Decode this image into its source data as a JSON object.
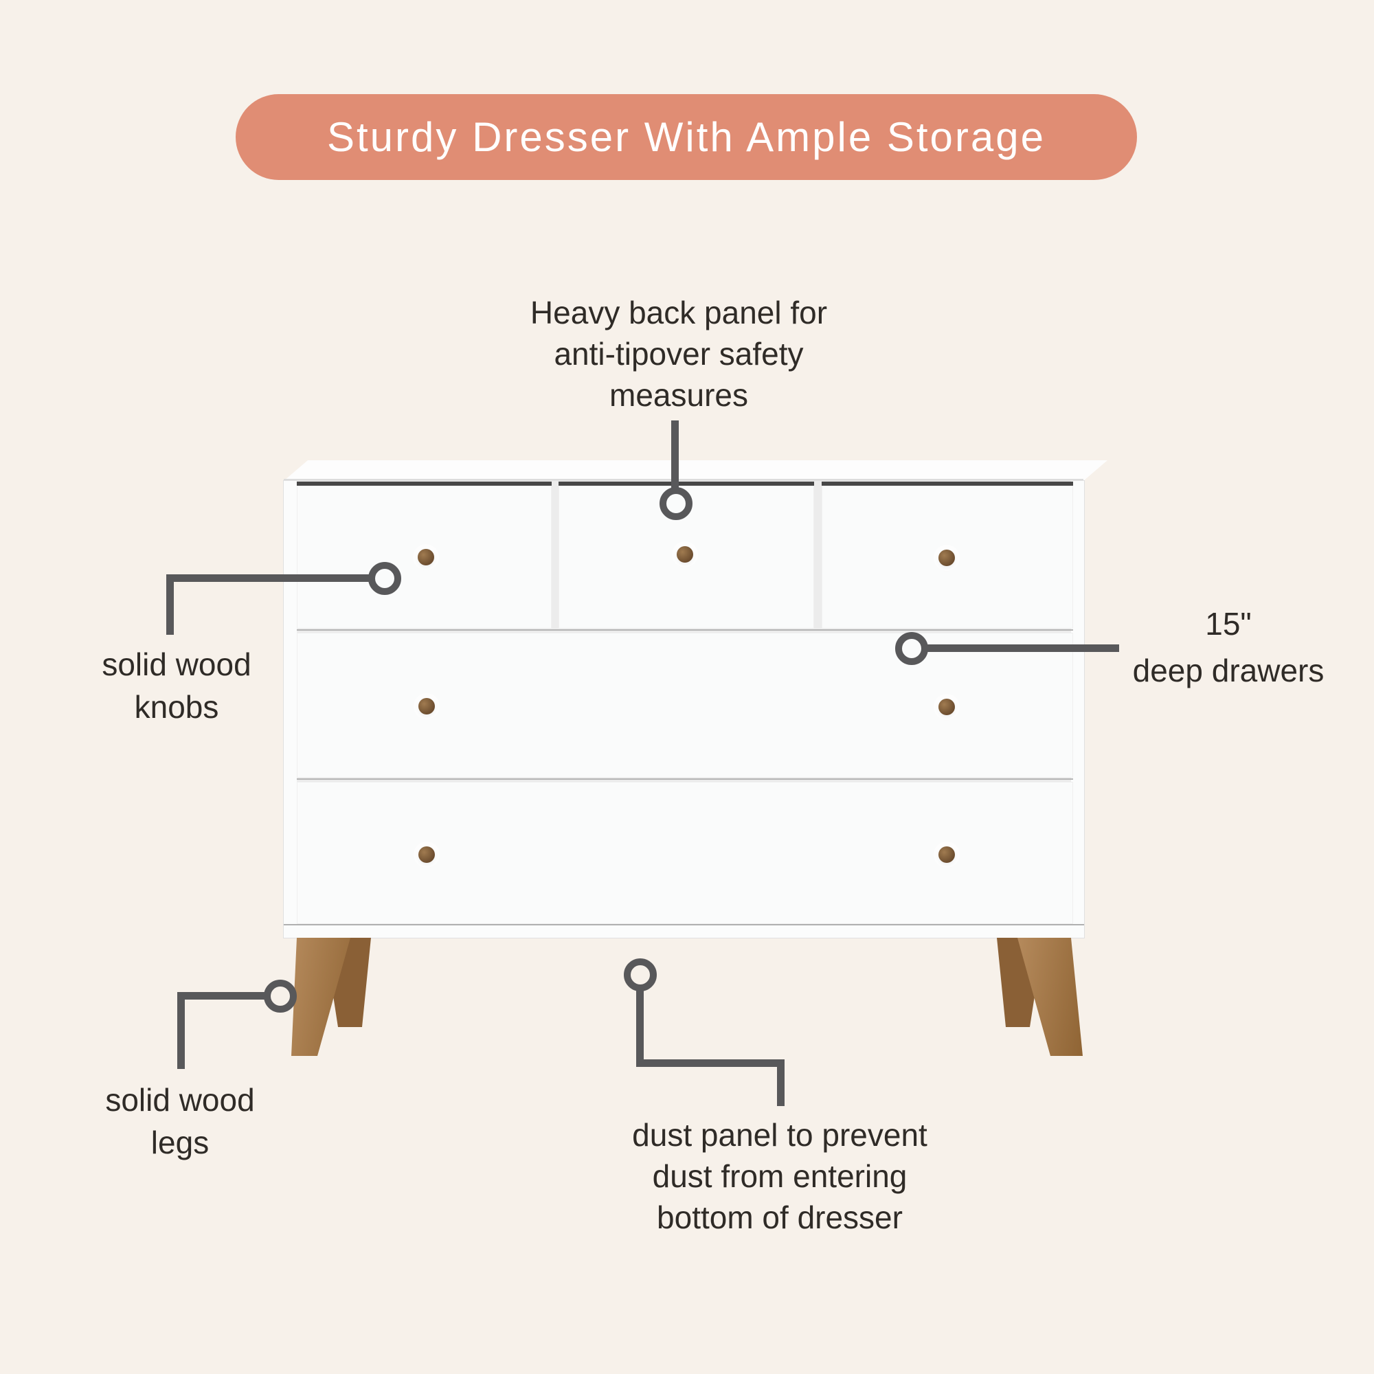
{
  "colors": {
    "background": "#f7f1ea",
    "banner_bg": "#e08d74",
    "banner_text": "#ffffff",
    "text": "#2f2b27",
    "line": "#58585a",
    "dresser_white": "#fbfcfc",
    "knob_light": "#a07b50",
    "knob_dark": "#6b4c2e",
    "leg_light": "#b58a5c",
    "leg_dark": "#8f6434"
  },
  "banner": {
    "title": "Sturdy Dresser With Ample Storage"
  },
  "callouts": {
    "back_panel": {
      "lines": [
        "Heavy back panel for",
        "anti-tipover safety",
        "measures"
      ]
    },
    "knobs": {
      "lines": [
        "solid wood",
        "knobs"
      ]
    },
    "deep_drawers": {
      "lines": [
        "15\"",
        "deep drawers"
      ]
    },
    "legs": {
      "lines": [
        "solid wood",
        "legs"
      ]
    },
    "dust_panel": {
      "lines": [
        "dust panel to prevent",
        "dust from entering",
        "bottom of dresser"
      ]
    }
  },
  "dresser": {
    "top_drawer_count": 3,
    "wide_drawer_count": 2,
    "knob_count": 7,
    "leg_count": 4
  }
}
